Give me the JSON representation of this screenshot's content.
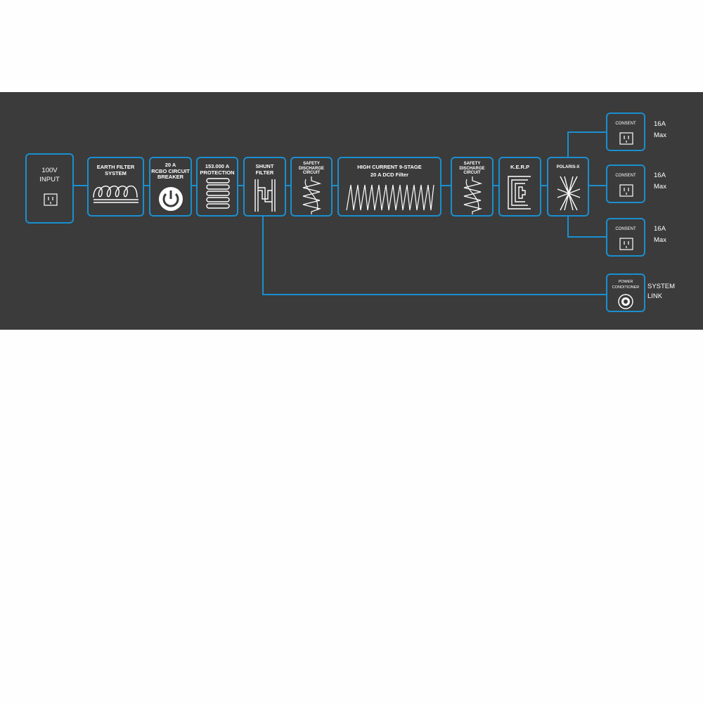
{
  "colors": {
    "background": "#3b3b3b",
    "accent": "#1a8fd0",
    "text": "#ffffff"
  },
  "stages": {
    "input": {
      "label": "100V\nINPUT",
      "icon": "outlet-icon"
    },
    "earth_filter": {
      "label": "EARTH FILTER\nSYSTEM",
      "icon": "coil-icon"
    },
    "rcbo": {
      "label": "20 A\nRCBO CIRCUIT\nBREAKER",
      "icon": "power-icon"
    },
    "protection": {
      "label": "153.000 A\nPROTECTION",
      "icon": "stacked-bars-icon"
    },
    "shunt": {
      "label": "SHUNT\nFILTER",
      "icon": "shunt-icon"
    },
    "safety1": {
      "label": "SAFETY\nDISCHARGE\nCIRCUIT",
      "icon": "discharge-coil-icon"
    },
    "high_current": {
      "label": "HIGH CURRENT 9-STAGE\n20 A DCD Filter",
      "icon": "zigzag-icon"
    },
    "safety2": {
      "label": "SAFETY\nDISCHARGE\nCIRCUIT",
      "icon": "discharge-coil-icon"
    },
    "kerp": {
      "label": "K.E.R.P",
      "icon": "kerp-icon"
    },
    "polaris": {
      "label": "POLARIS-X",
      "icon": "polaris-icon"
    }
  },
  "outputs": [
    {
      "label": "CONSENT",
      "side": "16A\nMax",
      "icon": "outlet-icon"
    },
    {
      "label": "CONSENT",
      "side": "16A\nMax",
      "icon": "outlet-icon"
    },
    {
      "label": "CONSENT",
      "side": "16A\nMax",
      "icon": "outlet-icon"
    }
  ],
  "system_link": {
    "label": "POWER\nCONDITIONER",
    "side": "SYSTEM\nLINK",
    "icon": "connector-icon"
  }
}
